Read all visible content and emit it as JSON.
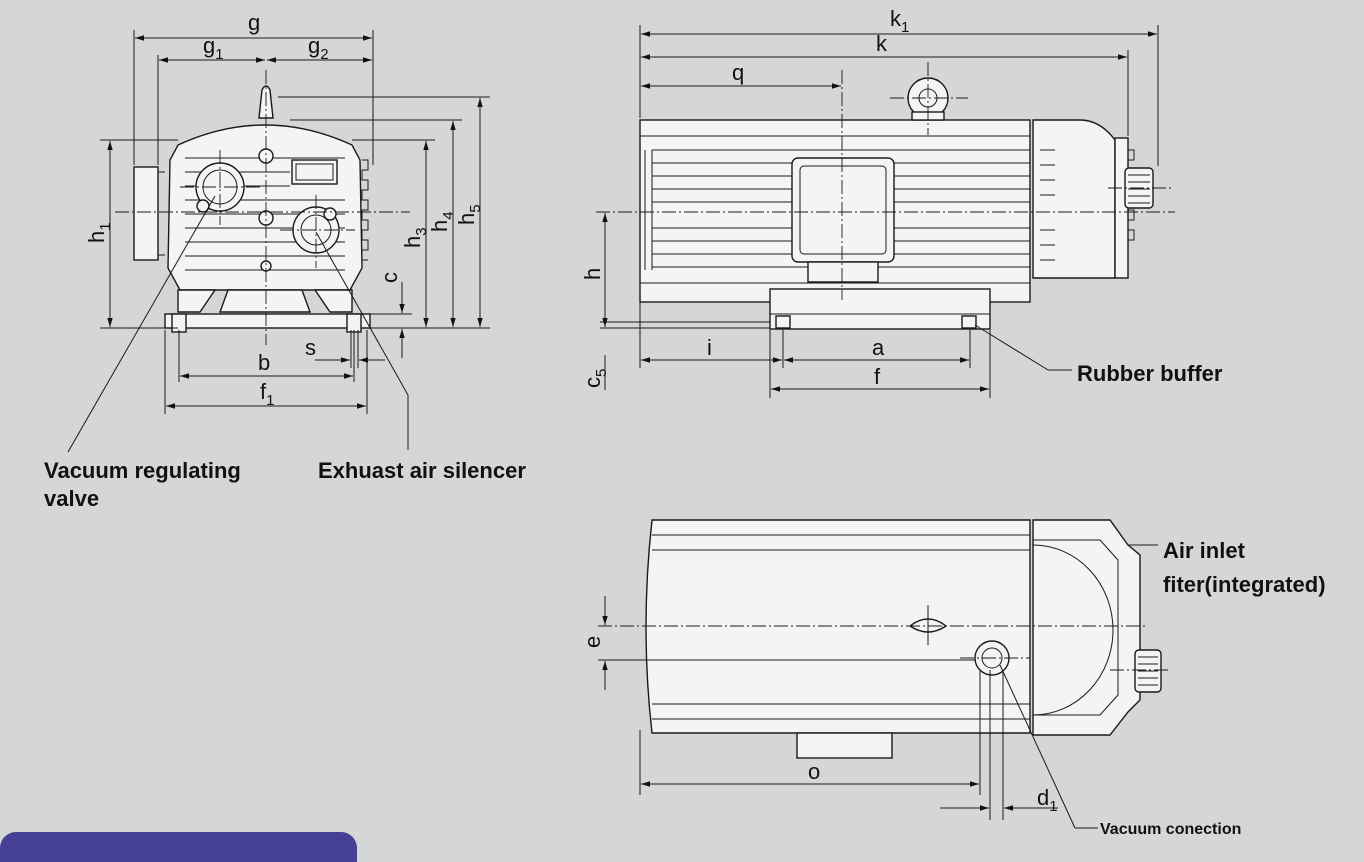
{
  "dimensions": {
    "g": "g",
    "g1_base": "g",
    "g1_sub": "1",
    "g2_base": "g",
    "g2_sub": "2",
    "h1_base": "h",
    "h1_sub": "1",
    "h3_base": "h",
    "h3_sub": "3",
    "h4_base": "h",
    "h4_sub": "4",
    "h5_base": "h",
    "h5_sub": "5",
    "c": "c",
    "b": "b",
    "s": "s",
    "f1_base": "f",
    "f1_sub": "1",
    "k1_base": "k",
    "k1_sub": "1",
    "k": "k",
    "q": "q",
    "h": "h",
    "i": "i",
    "a": "a",
    "f": "f",
    "c5_base": "c",
    "c5_sub": "5",
    "e": "e",
    "o": "o",
    "d1_base": "d",
    "d1_sub": "1"
  },
  "labels": {
    "vacuum_valve_line1": "Vacuum regulating",
    "vacuum_valve_line2": "valve",
    "exhaust_silencer": "Exhuast air silencer",
    "rubber_buffer": "Rubber buffer",
    "air_inlet_line1": "Air inlet",
    "air_inlet_line2": "fiter(integrated)",
    "vacuum_connection": "Vacuum conection"
  },
  "colors": {
    "background": "#d5d6d8",
    "footer_tab": "#463f96",
    "line": "#1a1a1a"
  }
}
